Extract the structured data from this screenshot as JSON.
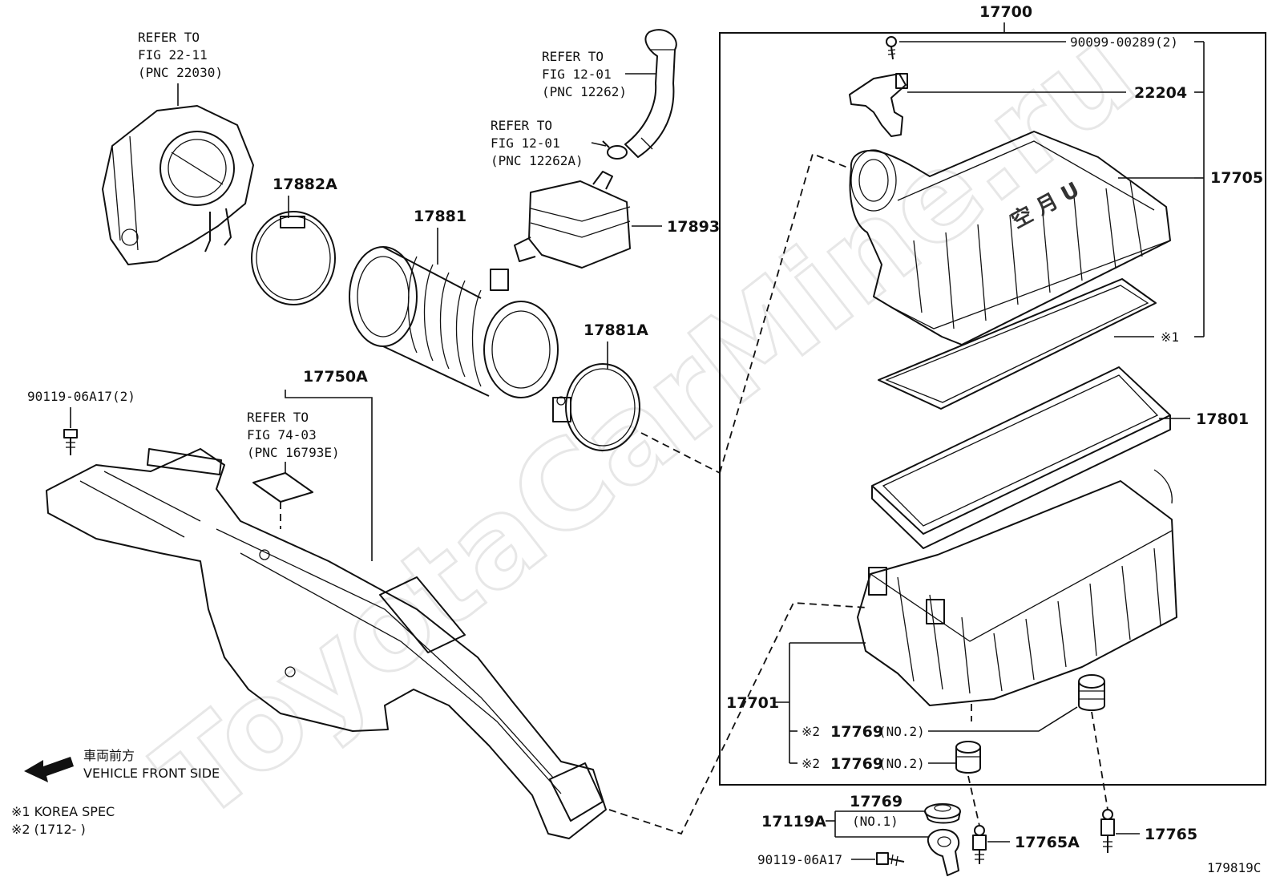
{
  "watermark": "ToyotaCarMine.ru",
  "figure_code": "179819C",
  "direction": {
    "label_jp": "車両前方",
    "label_en": "VEHICLE FRONT SIDE"
  },
  "notes": {
    "note1": "※1  KOREA SPEC",
    "note2": "※2 (1712-       )"
  },
  "references": {
    "ref_22030": [
      "REFER TO",
      "FIG 22-11",
      "(PNC 22030)"
    ],
    "ref_12262": [
      "REFER TO",
      "FIG 12-01",
      "(PNC 12262)"
    ],
    "ref_12262a": [
      "REFER TO",
      "FIG 12-01",
      "(PNC 12262A)"
    ],
    "ref_16793e": [
      "REFER TO",
      "FIG 74-03",
      "(PNC 16793E)"
    ]
  },
  "parts": {
    "p17700": "17700",
    "p90099": "90099-00289(2)",
    "p22204": "22204",
    "p17705": "17705",
    "star1": "※1",
    "p17801": "17801",
    "p17701": "17701",
    "star2a": "※2",
    "p17769a": "17769",
    "no2a": "(NO.2)",
    "star2b": "※2",
    "p17769b": "17769",
    "no2b": "(NO.2)",
    "p17769c": "17769",
    "no1": "(NO.1)",
    "p17119a": "17119A",
    "p17765a": "17765A",
    "p17765": "17765",
    "p90119b": "90119-06A17",
    "p17882a": "17882A",
    "p17881": "17881",
    "p17893": "17893",
    "p17881a": "17881A",
    "p17750a": "17750A",
    "p90119a": "90119-06A17(2)"
  }
}
